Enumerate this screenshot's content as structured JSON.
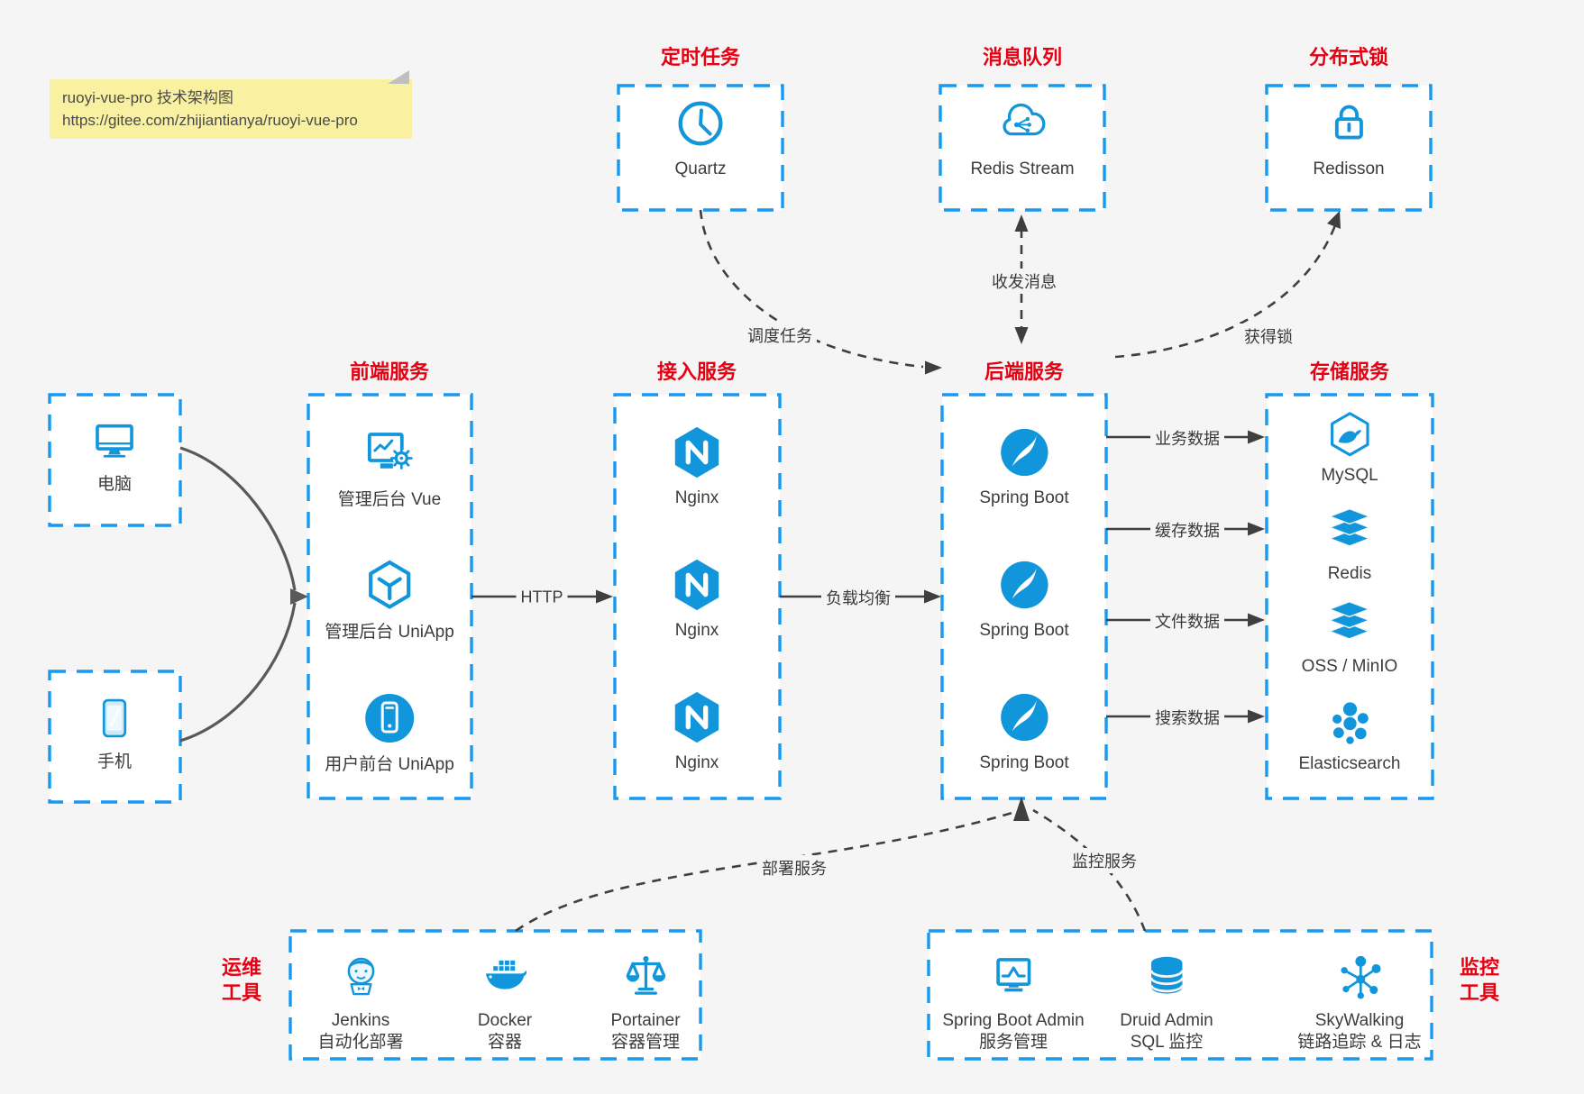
{
  "colors": {
    "background": "#f5f5f6",
    "box_border_blue": "#1799f0",
    "icon_blue": "#1296db",
    "title_red": "#e60012",
    "arrow_dark": "#3f3f3f",
    "client_curve_gray": "#595959",
    "note_bg": "#f9f1a1"
  },
  "note": {
    "title": "ruoyi-vue-pro 技术架构图",
    "url": "https://gitee.com/zhijiantianya/ruoyi-vue-pro"
  },
  "top_groups": [
    {
      "title": "定时任务",
      "item": {
        "icon": "clock-icon",
        "label": "Quartz"
      }
    },
    {
      "title": "消息队列",
      "item": {
        "icon": "cloud-share-icon",
        "label": "Redis Stream"
      }
    },
    {
      "title": "分布式锁",
      "item": {
        "icon": "lock-icon",
        "label": "Redisson"
      }
    }
  ],
  "clients": [
    {
      "icon": "desktop-icon",
      "label": "电脑"
    },
    {
      "icon": "phone-icon",
      "label": "手机"
    }
  ],
  "columns": [
    {
      "title": "前端服务",
      "items": [
        {
          "icon": "admin-vue-icon",
          "label": "管理后台 Vue"
        },
        {
          "icon": "uniapp-cube-icon",
          "label": "管理后台 UniApp"
        },
        {
          "icon": "user-app-icon",
          "label": "用户前台 UniApp"
        }
      ]
    },
    {
      "title": "接入服务",
      "items": [
        {
          "icon": "nginx-icon",
          "label": "Nginx"
        },
        {
          "icon": "nginx-icon",
          "label": "Nginx"
        },
        {
          "icon": "nginx-icon",
          "label": "Nginx"
        }
      ]
    },
    {
      "title": "后端服务",
      "items": [
        {
          "icon": "spring-icon",
          "label": "Spring Boot"
        },
        {
          "icon": "spring-icon",
          "label": "Spring Boot"
        },
        {
          "icon": "spring-icon",
          "label": "Spring Boot"
        }
      ]
    },
    {
      "title": "存储服务",
      "items": [
        {
          "icon": "mysql-icon",
          "label": "MySQL"
        },
        {
          "icon": "redis-stack-icon",
          "label": "Redis"
        },
        {
          "icon": "oss-stack-icon",
          "label": "OSS / MinIO"
        },
        {
          "icon": "elasticsearch-icon",
          "label": "Elasticsearch"
        }
      ]
    }
  ],
  "bottom_groups": [
    {
      "side_label": [
        "运维",
        "工具"
      ],
      "items": [
        {
          "icon": "jenkins-icon",
          "label": "Jenkins",
          "sublabel": "自动化部署"
        },
        {
          "icon": "docker-icon",
          "label": "Docker",
          "sublabel": "容器"
        },
        {
          "icon": "portainer-icon",
          "label": "Portainer",
          "sublabel": "容器管理"
        }
      ]
    },
    {
      "side_label": [
        "监控",
        "工具"
      ],
      "items": [
        {
          "icon": "spring-boot-admin-icon",
          "label": "Spring Boot Admin",
          "sublabel": "服务管理"
        },
        {
          "icon": "druid-icon",
          "label": "Druid Admin",
          "sublabel": "SQL 监控"
        },
        {
          "icon": "skywalking-icon",
          "label": "SkyWalking",
          "sublabel": "链路追踪 & 日志"
        }
      ]
    }
  ],
  "edges": {
    "http": "HTTP",
    "load_balance": "负载均衡",
    "schedule_task": "调度任务",
    "send_receive_message": "收发消息",
    "acquire_lock": "获得锁",
    "business_data": "业务数据",
    "cache_data": "缓存数据",
    "file_data": "文件数据",
    "search_data": "搜索数据",
    "deploy_service": "部署服务",
    "monitor_service": "监控服务"
  }
}
